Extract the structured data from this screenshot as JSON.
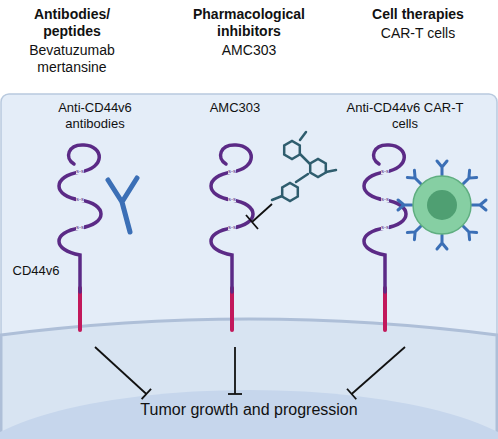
{
  "diagram": {
    "nodes": [
      {
        "text": [
          "Anti-CD44v6 antibodies"
        ]
      },
      {
        "text": [
          "AMC303"
        ]
      },
      {
        "text": [
          "Anti-CD44v6 CAR-T cells"
        ]
      },
      {
        "text": [
          "Tumor growth and progression"
        ]
      }
    ],
    "edges": [
      {
        "from": 0,
        "to": 3,
        "arrow": "to"
      },
      {
        "from": 1,
        "to": 3,
        "arrow": "to"
      },
      {
        "from": 2,
        "to": 3,
        "arrow": "to"
      }
    ],
    "labels": [
      "Antibodies/ peptides",
      "Bevatuzumab mertansine",
      "Pharmacological inhibitors",
      "AMC303",
      "Cell therapies",
      "CAR-T cells",
      "CD44v6",
      "s-s",
      "s-s",
      "s-s",
      "s-s",
      "s-s",
      "s-s",
      "s-s",
      "s-s",
      "s-s"
    ]
  }
}
